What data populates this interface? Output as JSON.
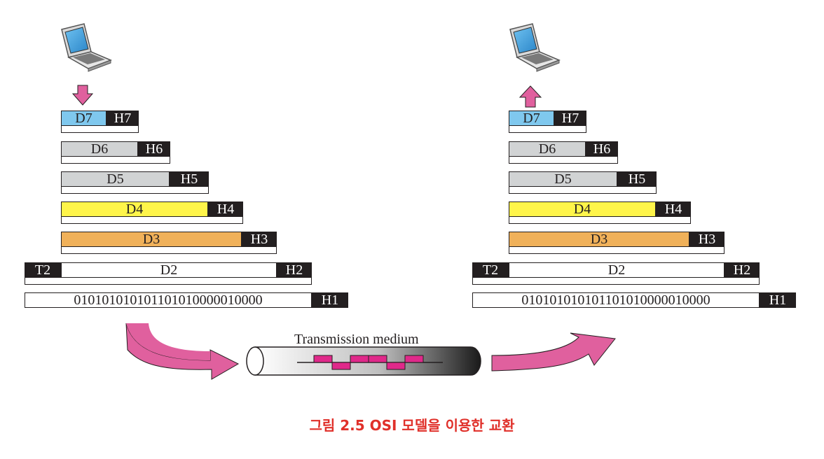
{
  "sender": {
    "rows": [
      {
        "data": "D7",
        "header": "H7",
        "trailer": "",
        "fill": "#7fc8ee"
      },
      {
        "data": "D6",
        "header": "H6",
        "trailer": "",
        "fill": "#d1d3d4"
      },
      {
        "data": "D5",
        "header": "H5",
        "trailer": "",
        "fill": "#d1d3d4"
      },
      {
        "data": "D4",
        "header": "H4",
        "trailer": "",
        "fill": "#fff54a"
      },
      {
        "data": "D3",
        "header": "H3",
        "trailer": "",
        "fill": "#f0b15a"
      },
      {
        "data": "D2",
        "header": "H2",
        "trailer": "T2",
        "fill": "#ffffff"
      },
      {
        "data": "010101010101101010000010000",
        "header": "H1",
        "trailer": "",
        "fill": "#ffffff"
      }
    ]
  },
  "receiver": {
    "rows": [
      {
        "data": "D7",
        "header": "H7",
        "trailer": "",
        "fill": "#7fc8ee"
      },
      {
        "data": "D6",
        "header": "H6",
        "trailer": "",
        "fill": "#d1d3d4"
      },
      {
        "data": "D5",
        "header": "H5",
        "trailer": "",
        "fill": "#d1d3d4"
      },
      {
        "data": "D4",
        "header": "H4",
        "trailer": "",
        "fill": "#fff54a"
      },
      {
        "data": "D3",
        "header": "H3",
        "trailer": "",
        "fill": "#f0b15a"
      },
      {
        "data": "D2",
        "header": "H2",
        "trailer": "T2",
        "fill": "#ffffff"
      },
      {
        "data": "010101010101101010000010000",
        "header": "H1",
        "trailer": "",
        "fill": "#ffffff"
      }
    ]
  },
  "medium": {
    "label": "Transmission medium"
  },
  "caption": "그림 2.5 OSI 모델을 이용한 교환",
  "colors": {
    "arrow": "#e0609e",
    "header": "#231f20",
    "signal": "#e0298a",
    "caption": "#e0302a"
  },
  "icons": [
    "laptop-icon",
    "down-arrow-icon",
    "up-arrow-icon",
    "curved-arrow-icon"
  ]
}
